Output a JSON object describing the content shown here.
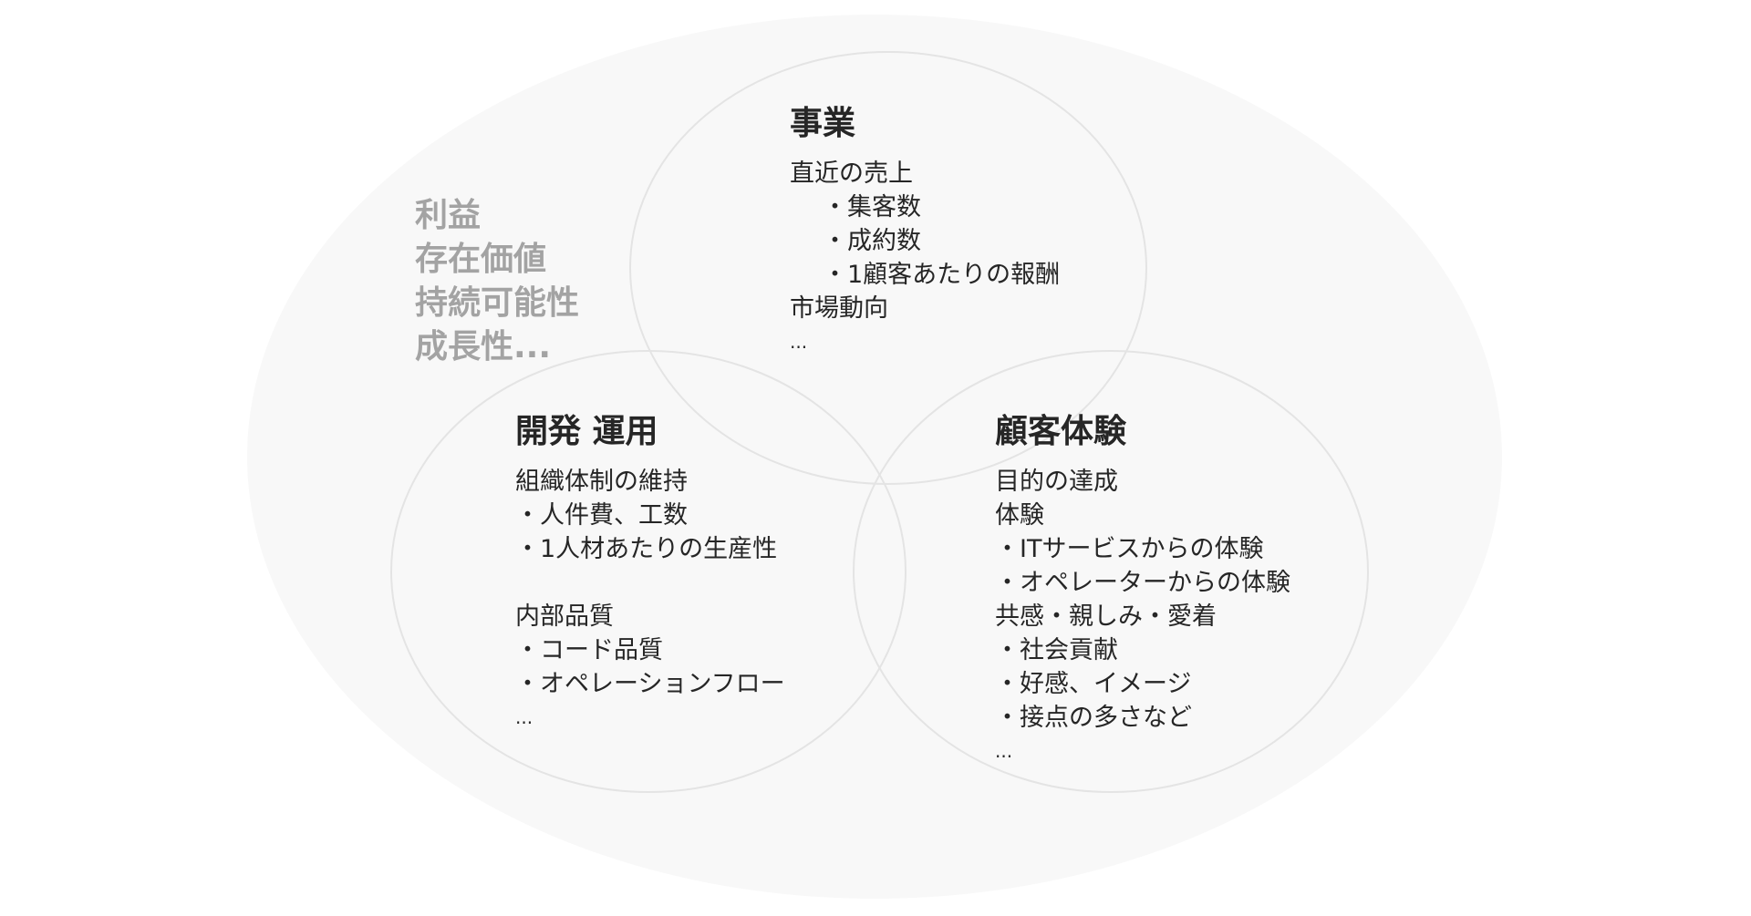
{
  "colors": {
    "outer_fill": "#f8f8f8",
    "circle_stroke": "#e4e4e4",
    "title_text": "#262626",
    "body_text": "#262626",
    "values_text": "#a3a3a3"
  },
  "outer_values": [
    "利益",
    "存在価値",
    "持続可能性",
    "成長性..."
  ],
  "circles": {
    "business": {
      "title": "事業",
      "lines": [
        {
          "text": "直近の売上",
          "indent": false
        },
        {
          "text": "・集客数",
          "indent": true
        },
        {
          "text": "・成約数",
          "indent": true
        },
        {
          "text": "・1顧客あたりの報酬",
          "indent": true
        },
        {
          "text": "市場動向",
          "indent": false
        },
        {
          "text": "...",
          "indent": false
        }
      ]
    },
    "dev_ops": {
      "title": "開発 運用",
      "lines": [
        {
          "text": "組織体制の維持"
        },
        {
          "text": "・人件費、工数"
        },
        {
          "text": "・1人材あたりの生産性"
        },
        {
          "text": "内部品質"
        },
        {
          "text": "・コード品質"
        },
        {
          "text": "・オペレーションフロー"
        },
        {
          "text": "..."
        }
      ]
    },
    "customer_experience": {
      "title": "顧客体験",
      "lines": [
        {
          "text": "目的の達成"
        },
        {
          "text": "体験"
        },
        {
          "text": "・ITサービスからの体験"
        },
        {
          "text": "・オペレーターからの体験"
        },
        {
          "text": "共感・親しみ・愛着"
        },
        {
          "text": "・社会貢献"
        },
        {
          "text": "・好感、イメージ"
        },
        {
          "text": "・接点の多さなど"
        },
        {
          "text": "..."
        }
      ]
    }
  }
}
